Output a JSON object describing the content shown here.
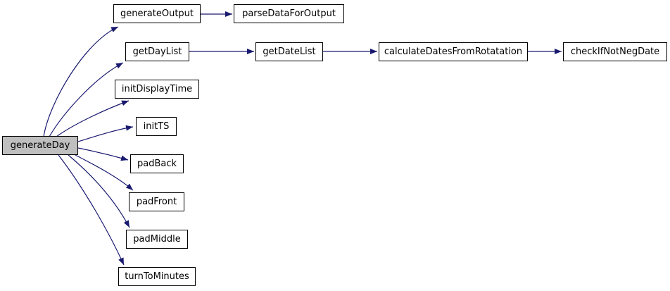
{
  "diagram": {
    "type": "call-graph",
    "root_function": "generateDay",
    "nodes": [
      {
        "id": "generateDay",
        "label": "generateDay",
        "highlight": true
      },
      {
        "id": "generateOutput",
        "label": "generateOutput",
        "highlight": false
      },
      {
        "id": "parseDataForOutput",
        "label": "parseDataForOutput",
        "highlight": false
      },
      {
        "id": "getDayList",
        "label": "getDayList",
        "highlight": false
      },
      {
        "id": "getDateList",
        "label": "getDateList",
        "highlight": false
      },
      {
        "id": "calculateDatesFromRotatation",
        "label": "calculateDatesFromRotatation",
        "highlight": false
      },
      {
        "id": "checkIfNotNegDate",
        "label": "checkIfNotNegDate",
        "highlight": false
      },
      {
        "id": "initDisplayTime",
        "label": "initDisplayTime",
        "highlight": false
      },
      {
        "id": "initTS",
        "label": "initTS",
        "highlight": false
      },
      {
        "id": "padBack",
        "label": "padBack",
        "highlight": false
      },
      {
        "id": "padFront",
        "label": "padFront",
        "highlight": false
      },
      {
        "id": "padMiddle",
        "label": "padMiddle",
        "highlight": false
      },
      {
        "id": "turnToMinutes",
        "label": "turnToMinutes",
        "highlight": false
      }
    ],
    "edges": [
      {
        "from": "generateDay",
        "to": "generateOutput"
      },
      {
        "from": "generateDay",
        "to": "getDayList"
      },
      {
        "from": "generateDay",
        "to": "initDisplayTime"
      },
      {
        "from": "generateDay",
        "to": "initTS"
      },
      {
        "from": "generateDay",
        "to": "padBack"
      },
      {
        "from": "generateDay",
        "to": "padFront"
      },
      {
        "from": "generateDay",
        "to": "padMiddle"
      },
      {
        "from": "generateDay",
        "to": "turnToMinutes"
      },
      {
        "from": "generateOutput",
        "to": "parseDataForOutput"
      },
      {
        "from": "getDayList",
        "to": "getDateList"
      },
      {
        "from": "getDateList",
        "to": "calculateDatesFromRotatation"
      },
      {
        "from": "calculateDatesFromRotatation",
        "to": "checkIfNotNegDate"
      }
    ],
    "colors": {
      "edge": "#191970",
      "node_border": "#000000",
      "node_fill": "#ffffff",
      "highlight_fill": "#bfbfbf",
      "text": "#000000",
      "background": "#ffffff"
    }
  }
}
